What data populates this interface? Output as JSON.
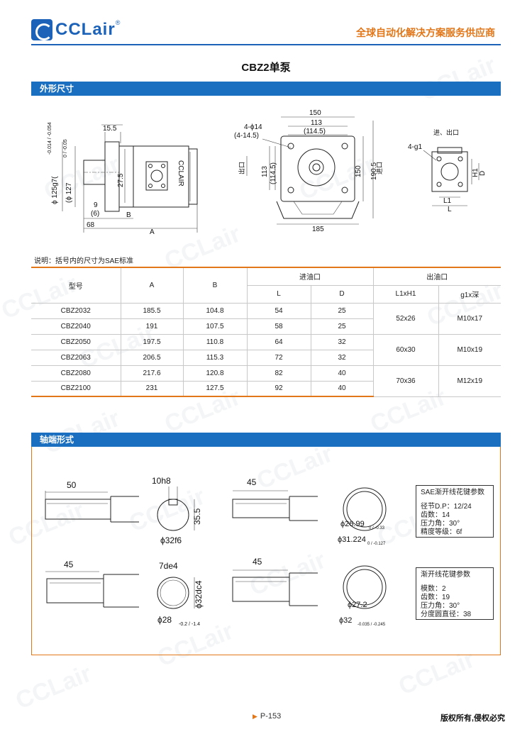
{
  "header": {
    "brand": "CCLair",
    "registered": "®",
    "slogan": "全球自动化解决方案服务供应商"
  },
  "page_title": "CBZ2单泵",
  "sections": {
    "dimensions": "外形尺寸",
    "shaft": "轴端形式"
  },
  "dim_drawing": {
    "side": {
      "d1": "15.5",
      "d2": "27.5",
      "d3": "9",
      "d4": "(6)",
      "d5": "68",
      "d6": "B",
      "d7": "A",
      "dia1": "ϕ 125g7(",
      "dia1_tol": "-0.014 / -0.054",
      "dia2": "(ϕ 127",
      "dia2_tol": "0 / -0.05",
      "brand_on_body": "CCLAIR"
    },
    "front": {
      "w1": "150",
      "w2": "113",
      "w3": "(114.5)",
      "hole": "4-ϕ14",
      "hole2": "(4-14.5)",
      "h1": "113",
      "h2": "(114.5)",
      "h3": "150",
      "h4": "190.5",
      "bottom": "185",
      "out_label": "出口",
      "in_label": "进口"
    },
    "port": {
      "title": "进、出口",
      "g1": "4-g1",
      "h1": "H1",
      "d": "D",
      "l1": "L1",
      "l": "L"
    }
  },
  "note": "说明：括号内的尺寸为SAE标准",
  "table": {
    "headers": {
      "model": "型号",
      "a": "A",
      "b": "B",
      "inlet": "进油口",
      "outlet": "出油口",
      "l": "L",
      "d": "D",
      "l1h1": "L1xH1",
      "g1": "g1x深"
    },
    "rows": [
      {
        "model": "CBZ2032",
        "a": "185.5",
        "b": "104.8",
        "l": "54",
        "d": "25"
      },
      {
        "model": "CBZ2040",
        "a": "191",
        "b": "107.5",
        "l": "58",
        "d": "25"
      },
      {
        "model": "CBZ2050",
        "a": "197.5",
        "b": "110.8",
        "l": "64",
        "d": "32"
      },
      {
        "model": "CBZ2063",
        "a": "206.5",
        "b": "115.3",
        "l": "72",
        "d": "32"
      },
      {
        "model": "CBZ2080",
        "a": "217.6",
        "b": "120.8",
        "l": "82",
        "d": "40"
      },
      {
        "model": "CBZ2100",
        "a": "231",
        "b": "127.5",
        "l": "92",
        "d": "40"
      }
    ],
    "outlet_groups": [
      {
        "l1h1": "52x26",
        "g1": "M10x17"
      },
      {
        "l1h1": "60x30",
        "g1": "M10x19"
      },
      {
        "l1h1": "70x36",
        "g1": "M12x19"
      }
    ]
  },
  "shaft": {
    "a_len": "50",
    "key": "10h8",
    "key_h": "35.5",
    "key_d": "ϕ32f6",
    "b_len": "45",
    "spl1_d1": "ϕ26.99",
    "spl1_d1_tol": "0 / -0.33",
    "spl1_d2": "ϕ31.224",
    "spl1_d2_tol": "0 / -0.127",
    "sae_box": {
      "title": "SAE渐开线花键参数",
      "lines": [
        "径节D.P：12/24",
        "齿数：14",
        "压力角：30°",
        "精度等级：6f"
      ]
    },
    "c_len": "45",
    "c_spline": "7de4",
    "c_d1": "ϕ32dc4",
    "c_d2": "ϕ28",
    "c_d2_tol": "-0.2 / -1.4",
    "d_len": "45",
    "spl2_d1": "ϕ27.2",
    "spl2_d2": "ϕ32",
    "spl2_d2_tol": "-0.035 / -0.245",
    "inv_box": {
      "title": "渐开线花键参数",
      "lines": [
        "模数：2",
        "齿数：19",
        "压力角：30°",
        "分度圆直径：38"
      ]
    }
  },
  "footer": {
    "page": "P-153",
    "rights": "版权所有,侵权必究"
  },
  "colors": {
    "blue": "#1b6fc0",
    "orange": "#e2771a"
  }
}
